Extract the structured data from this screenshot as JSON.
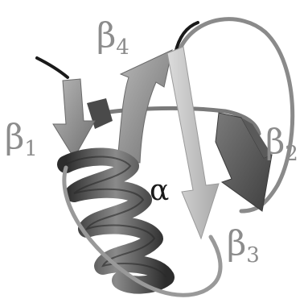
{
  "labels": {
    "beta1": {
      "base": "β",
      "sub": "1"
    },
    "beta2": {
      "base": "β",
      "sub": "2"
    },
    "beta3": {
      "base": "β",
      "sub": "3"
    },
    "beta4": {
      "base": "β",
      "sub": "4"
    },
    "alpha": "α"
  },
  "colors": {
    "background": "#ffffff",
    "strand_light": "#c9c9c9",
    "strand_mid": "#9a9a9a",
    "strand_dark": "#4f4f4f",
    "helix_dark": "#3d3d3d",
    "helix_mid": "#6e6e6e",
    "coil": "#8a8a8a",
    "terminus": "#1a1a1a",
    "label": "#8c8c8c"
  }
}
